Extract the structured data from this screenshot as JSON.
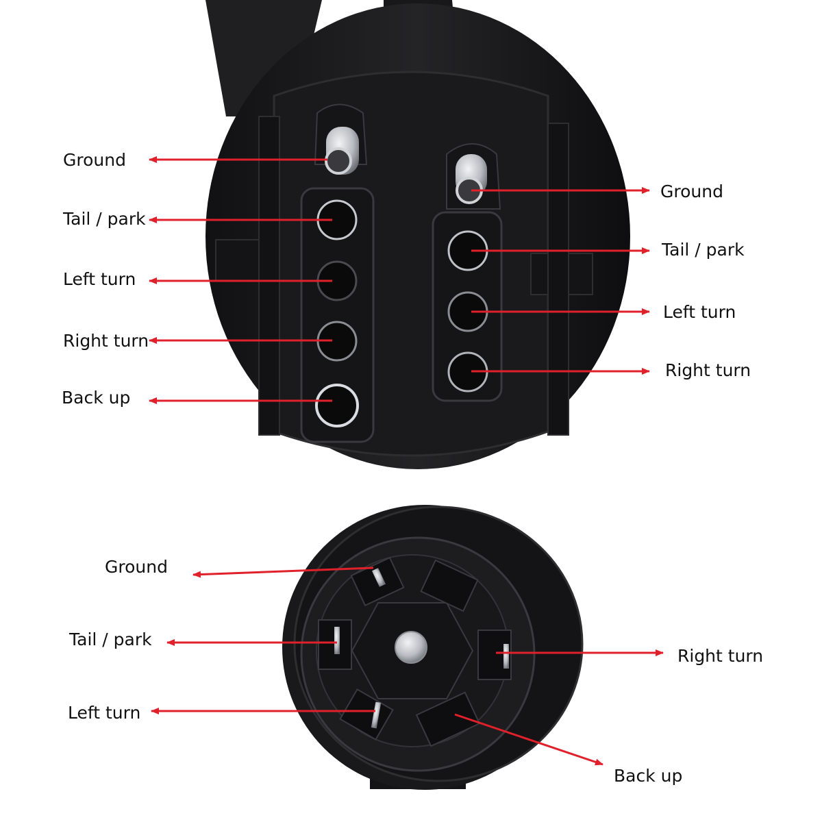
{
  "colors": {
    "arrow": "#e0202a",
    "plug_body": "#1c1c1e",
    "plug_edge": "#2e2e31",
    "pin_metal": "#b9bcc2",
    "background": "#ffffff",
    "text": "#111111"
  },
  "top_plug": {
    "left_column": {
      "labels": {
        "ground": "Ground",
        "tail_park": "Tail / park",
        "left_turn": "Left turn",
        "right_turn": "Right turn",
        "back_up": "Back up"
      }
    },
    "right_column": {
      "labels": {
        "ground": "Ground",
        "tail_park": "Tail / park",
        "left_turn": "Left turn",
        "right_turn": "Right turn"
      }
    }
  },
  "bottom_plug": {
    "labels": {
      "ground": "Ground",
      "tail_park": "Tail / park",
      "left_turn": "Left turn",
      "right_turn": "Right turn",
      "back_up": "Back up"
    }
  }
}
